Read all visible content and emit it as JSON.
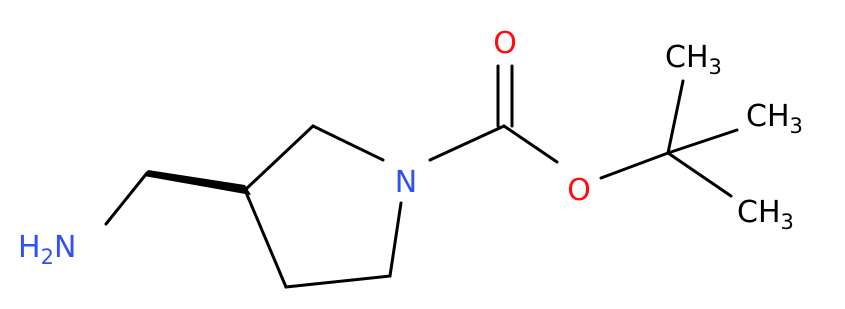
{
  "molecule": {
    "atoms": {
      "o_carbonyl": "O",
      "o_ester": "O",
      "n_ring": "N",
      "amine": {
        "main": "H",
        "sub": "2",
        "tail": "N"
      },
      "ch3_top": {
        "main": "CH",
        "sub": "3"
      },
      "ch3_mid": {
        "main": "CH",
        "sub": "3"
      },
      "ch3_bottom": {
        "main": "CH",
        "sub": "3"
      }
    },
    "colors": {
      "bond": "#000000",
      "oxygen": "#ff0d0d",
      "nitrogen": "#3050f8",
      "carbon_label": "#000000"
    }
  }
}
